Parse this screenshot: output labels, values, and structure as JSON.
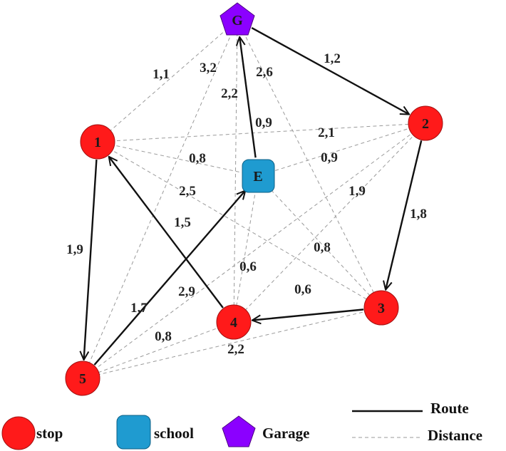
{
  "colors": {
    "stop": "#ff1a1a",
    "school": "#1f9bd0",
    "garage": "#8b00ff",
    "route": "#111111",
    "distance": "#9a9a9a"
  },
  "nodes": [
    {
      "id": "G",
      "label": "G",
      "type": "garage"
    },
    {
      "id": "1",
      "label": "1",
      "type": "stop"
    },
    {
      "id": "2",
      "label": "2",
      "type": "stop"
    },
    {
      "id": "3",
      "label": "3",
      "type": "stop"
    },
    {
      "id": "4",
      "label": "4",
      "type": "stop"
    },
    {
      "id": "5",
      "label": "5",
      "type": "stop"
    },
    {
      "id": "E",
      "label": "E",
      "type": "school"
    }
  ],
  "distance_edges": [
    {
      "from": "G",
      "to": "1",
      "label": "1,1"
    },
    {
      "from": "G",
      "to": "5",
      "label": "3,2"
    },
    {
      "from": "G",
      "to": "4",
      "label": "2,2"
    },
    {
      "from": "G",
      "to": "3",
      "label": "2,6"
    },
    {
      "from": "1",
      "to": "2",
      "label": "2,1"
    },
    {
      "from": "1",
      "to": "E",
      "label": "0,8"
    },
    {
      "from": "2",
      "to": "E",
      "label": "0,9"
    },
    {
      "from": "1",
      "to": "3",
      "label": "2,5"
    },
    {
      "from": "2",
      "to": "4",
      "label": "1,9"
    },
    {
      "from": "2",
      "to": "5",
      "label": "2,9"
    },
    {
      "from": "E",
      "to": "3",
      "label": "0,8"
    },
    {
      "from": "E",
      "to": "4",
      "label": "0,6"
    },
    {
      "from": "4",
      "to": "5",
      "label": "0,8"
    },
    {
      "from": "3",
      "to": "5",
      "label": "2,2"
    }
  ],
  "route_edges": [
    {
      "from": "G",
      "to": "2",
      "label": "1,2"
    },
    {
      "from": "2",
      "to": "3",
      "label": "1,8"
    },
    {
      "from": "3",
      "to": "4",
      "label": "0,6"
    },
    {
      "from": "4",
      "to": "1",
      "label": "1,5"
    },
    {
      "from": "1",
      "to": "5",
      "label": "1,9"
    },
    {
      "from": "5",
      "to": "E",
      "label": "1,7"
    },
    {
      "from": "E",
      "to": "G",
      "label": "0,9"
    }
  ],
  "legend": {
    "stop": "stop",
    "school": "school",
    "garage": "Garage",
    "route": "Route",
    "distance": "Distance"
  }
}
